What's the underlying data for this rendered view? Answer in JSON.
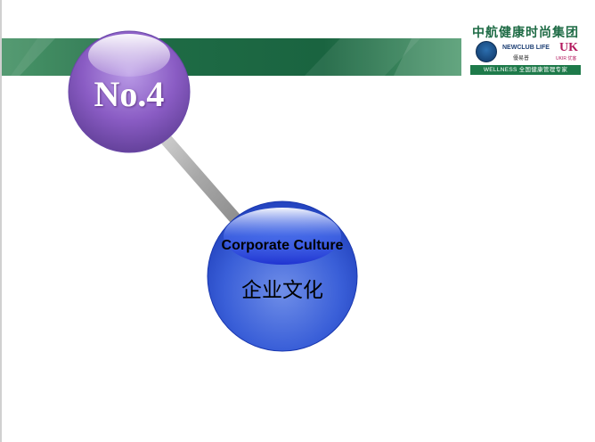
{
  "logo": {
    "title": "中航健康时尚集团",
    "newclub": "NEWCLUB LIFE",
    "newclub_cn": "優易普",
    "uk_mark": "UK",
    "uk_cn": "UKIR 优客",
    "strip": "WELLNESS 全国健康管理专家"
  },
  "badge": {
    "number": "No.4"
  },
  "topic": {
    "title_en": "Corporate Culture",
    "title_cn": "企业文化"
  },
  "colors": {
    "banner_dark": "#1e6b45",
    "banner_light": "#4f9a6f",
    "purple": "#8a5cc4",
    "blue": "#2f55d6",
    "connector": "#b8b8b8"
  }
}
